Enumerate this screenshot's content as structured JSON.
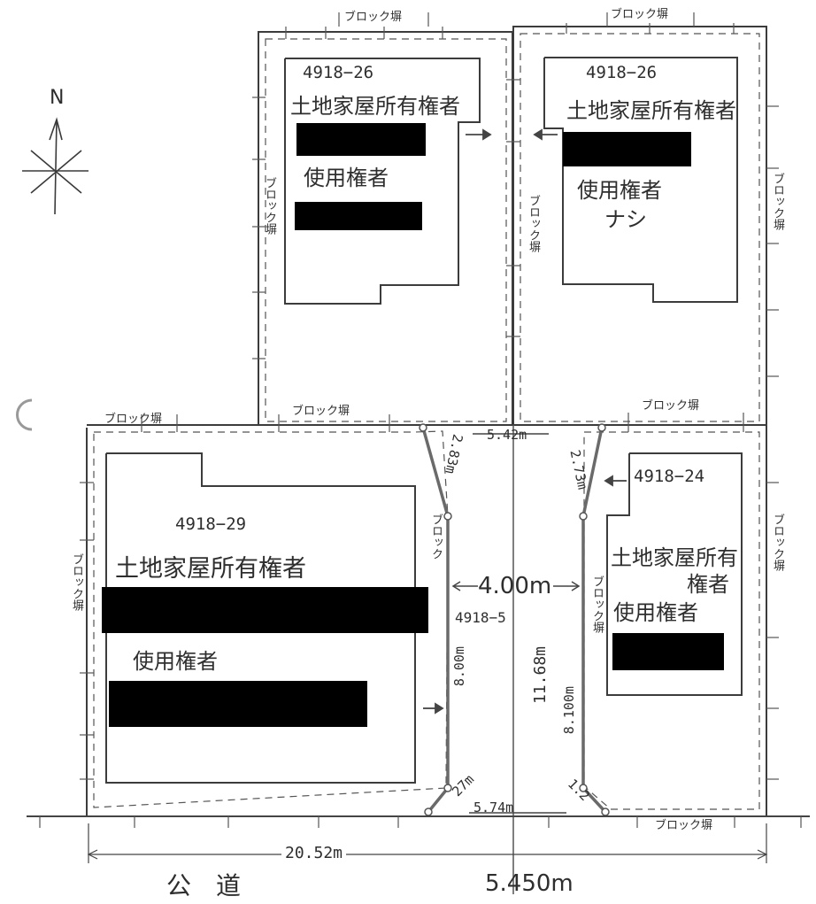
{
  "colors": {
    "line": "#3c3c3c",
    "redaction": "#000000",
    "paper": "#ffffff"
  },
  "compass": {
    "label": "N",
    "icon": "north-arrow-icon"
  },
  "lots": {
    "upper_left": {
      "number": "4918−26",
      "owner_label": "土地家屋所有権者",
      "user_label": "使用権者"
    },
    "upper_right": {
      "number": "4918−26",
      "owner_label": "土地家屋所有権者",
      "user_label": "使用権者",
      "user_value": "ナシ"
    },
    "lower_left": {
      "number": "4918−29",
      "owner_label": "土地家屋所有権者",
      "user_label": "使用権者"
    },
    "lower_right": {
      "number": "4918−24",
      "owner_label_1": "土地家屋所有",
      "owner_label_2": "権者",
      "user_label": "使用権者"
    },
    "road_plot": {
      "number": "4918−5"
    }
  },
  "walls": {
    "top_1": "ブロック塀",
    "top_2": "ブロック塀",
    "mid_1": "ブロック塀",
    "mid_2": "ブロック塀",
    "mid_3": "ブロック塀",
    "left_upper": "ブロック塀",
    "right_upper": "ブロック塀",
    "centre_upper": "ブロック塀",
    "left_lower": "ブロック塀",
    "right_lower": "ブロック塀",
    "road_left": "ブロック",
    "road_right": "ブロック塀",
    "bottom_right": "ブロック塀"
  },
  "dimensions": {
    "top_width": "5.42m",
    "upper_left_side": "2.83m",
    "upper_right_side": "2.73m",
    "road_width": "4.00m",
    "left_side": "8.00m",
    "road_length": "11.68m",
    "right_side": "8.100m",
    "bottom_corner": "27m",
    "bottom_width": "5.74m",
    "bottom_right_corner": "1.2",
    "total_width": "20.52m",
    "road_total": "5.450m"
  },
  "public_road": "公　道"
}
